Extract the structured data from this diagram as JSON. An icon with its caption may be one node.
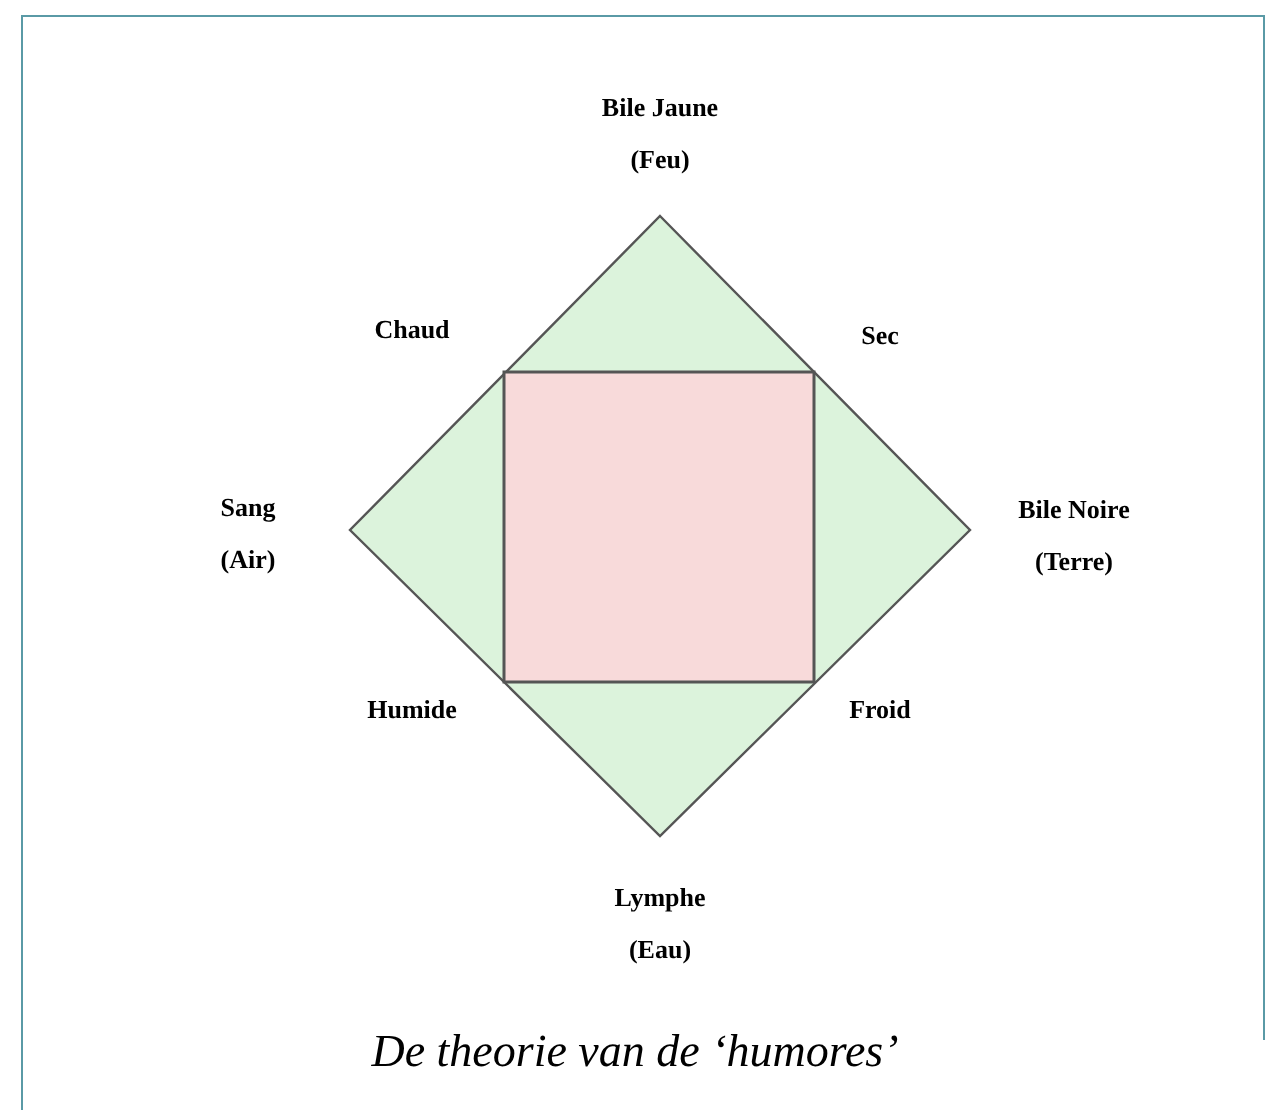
{
  "diagram": {
    "caption": "De theorie van de ‘humores’",
    "labels": [
      "Bile Jaune (Feu)",
      "Chaud",
      "Sec",
      "Sang (Air)",
      "Bile Noire (Terre)",
      "Humide",
      "Froid",
      "Lymphe (Eau)"
    ]
  }
}
